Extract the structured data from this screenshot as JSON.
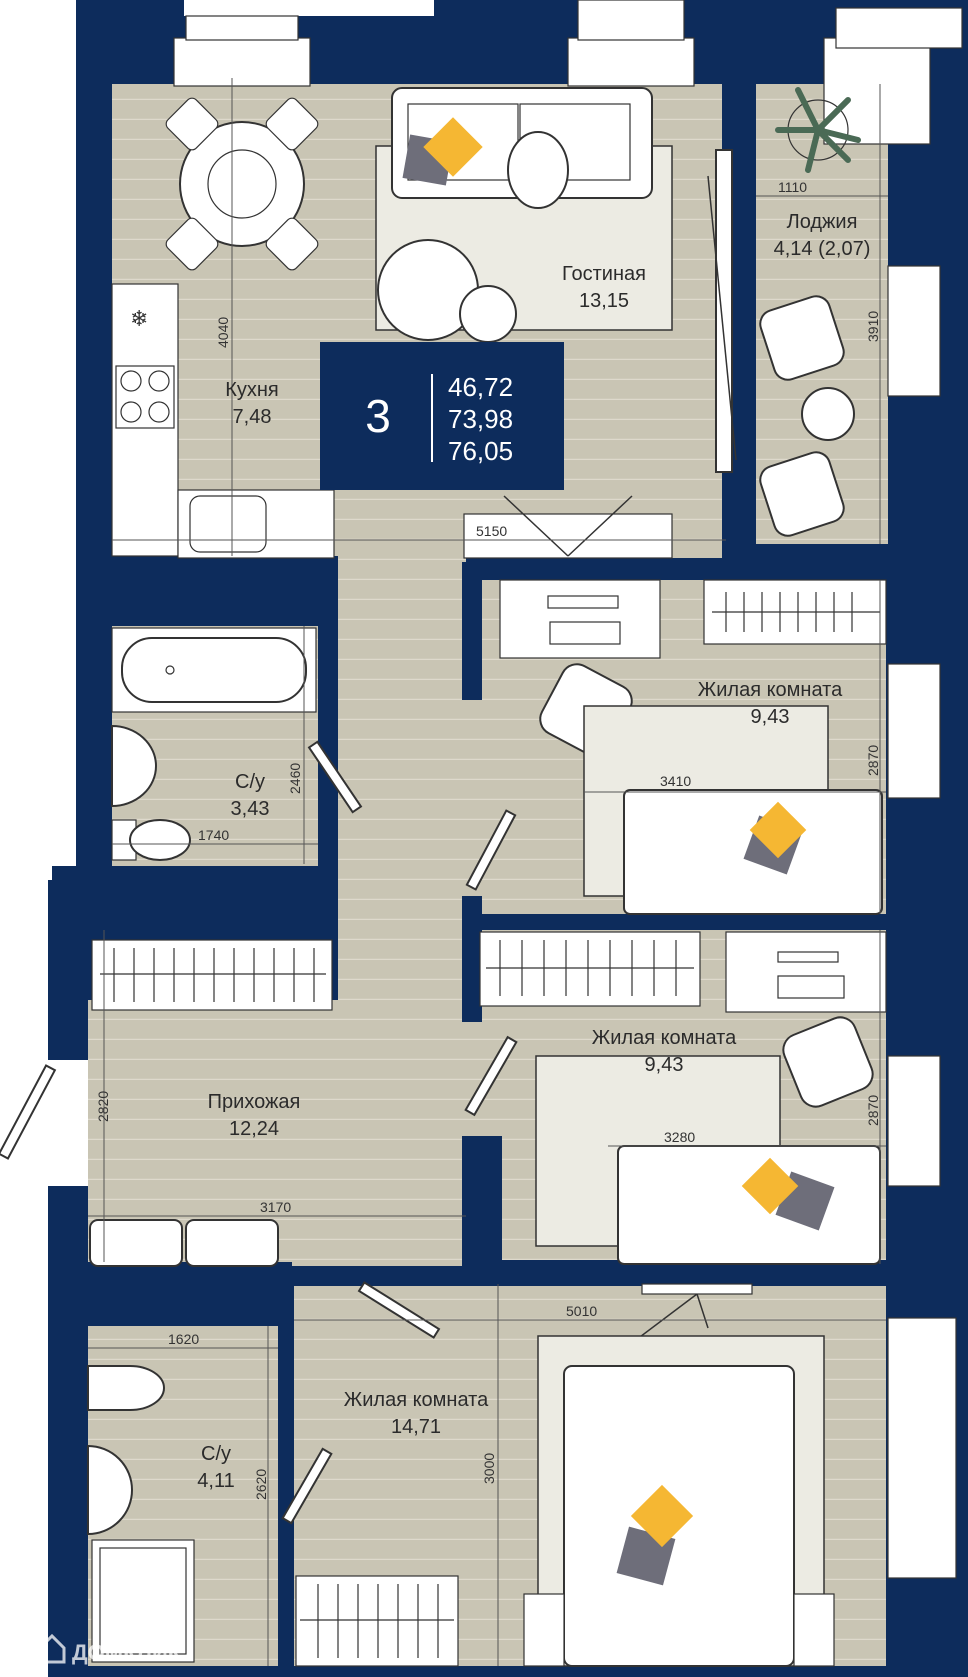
{
  "colors": {
    "wall": "#0d2c5c",
    "floor_tile": "#c9c5b4",
    "floor_line": "#ded9cc",
    "accent_pillow": "#f5b733",
    "gray_pillow": "#6e6e7a",
    "rug": "#ecebe3"
  },
  "badge": {
    "rooms_count": "3",
    "living_area": "46,72",
    "total_area": "73,98",
    "total_area_with_loggia": "76,05"
  },
  "rooms": {
    "kitchen": {
      "name": "Кухня",
      "area": "7,48"
    },
    "living_room": {
      "name": "Гостиная",
      "area": "13,15"
    },
    "loggia": {
      "name": "Лоджия",
      "area": "4,14 (2,07)"
    },
    "bedroom_1": {
      "name": "Жилая комната",
      "area": "9,43"
    },
    "bedroom_2": {
      "name": "Жилая комната",
      "area": "9,43"
    },
    "bedroom_3": {
      "name": "Жилая комната",
      "area": "14,71"
    },
    "bathroom_1": {
      "name": "С/у",
      "area": "3,43"
    },
    "bathroom_2": {
      "name": "С/у",
      "area": "4,11"
    },
    "hallway": {
      "name": "Прихожая",
      "area": "12,24"
    }
  },
  "dimensions": {
    "kitchen_height": "4040",
    "living_width": "5150",
    "loggia_width": "1110",
    "loggia_height": "3910",
    "bath1_height": "2460",
    "bath1_width": "1740",
    "bedroom1_width": "3410",
    "bedroom1_height": "2870",
    "bedroom2_width": "3280",
    "bedroom2_height": "2870",
    "hallway_height": "2820",
    "hallway_width": "3170",
    "bath2_width": "1620",
    "bath2_height": "2620",
    "bedroom3_width": "5010",
    "bedroom3_height": "3000"
  },
  "icons": {
    "snowflake": "snowflake-icon",
    "logo": "domklik-logo-icon"
  },
  "watermark": "ДОМКЛИК"
}
